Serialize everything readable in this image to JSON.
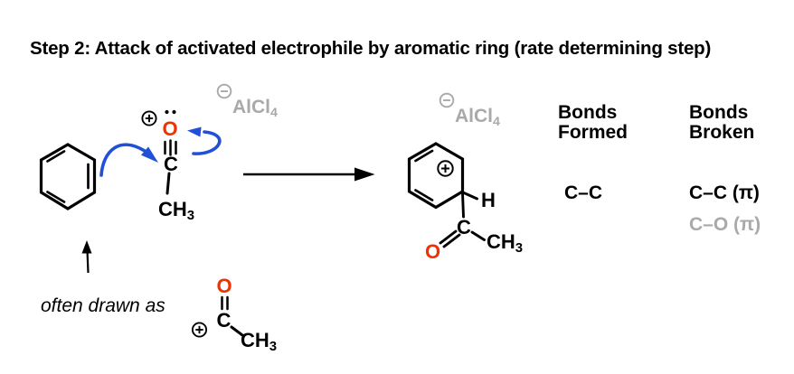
{
  "title": "Step 2: Attack of activated electrophile by aromatic ring (rate determining step)",
  "colors": {
    "oxygen_red": "#ee3300",
    "arrow_blue": "#2050d8",
    "muted_gray": "#a9a9a9",
    "ink_black": "#000000"
  },
  "icons": {
    "plus_charge": "⊕",
    "minus_charge": "⊖",
    "lone_pair": "••",
    "reaction_arrow": "→",
    "up_arrow": "↑"
  },
  "reactant": {
    "oxygen": "O",
    "carbon": "C",
    "methyl_main": "CH",
    "methyl_sub": "3"
  },
  "counterion": {
    "formula_main": "AlCl",
    "formula_sub": "4"
  },
  "product": {
    "hydrogen": "H",
    "carbon": "C",
    "oxygen": "O",
    "methyl_main": "CH",
    "methyl_sub": "3"
  },
  "alt_form": {
    "caption": "often drawn as",
    "oxygen": "O",
    "carbon": "C",
    "methyl_main": "CH",
    "methyl_sub": "3"
  },
  "bonds_table": {
    "formed_header": "Bonds\nFormed",
    "broken_header": "Bonds\nBroken",
    "formed": [
      "C–C"
    ],
    "broken": [
      "C–C (π)",
      "C–O (π)"
    ]
  }
}
